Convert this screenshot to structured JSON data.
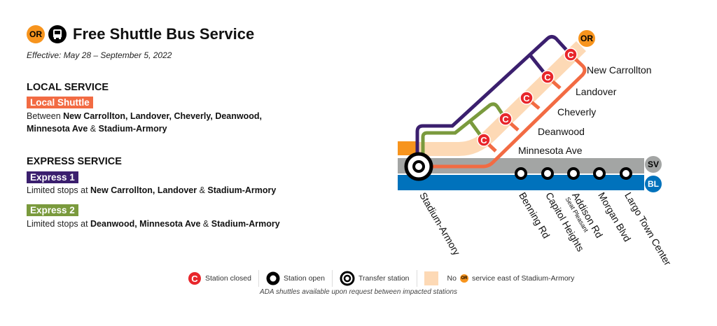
{
  "header": {
    "line_badge": "OR",
    "title": "Free Shuttle Bus Service",
    "effective": "Effective: May 28 – September 5, 2022"
  },
  "local": {
    "heading": "LOCAL SERVICE",
    "tag": "Local Shuttle",
    "desc_prefix": "Between ",
    "desc_stations": "New Carrollton, Landover, Cheverly, Deanwood, Minnesota Ave",
    "desc_amp": " & ",
    "desc_last": "Stadium-Armory"
  },
  "express": {
    "heading": "EXPRESS SERVICE",
    "e1": {
      "tag": "Express 1",
      "prefix": "Limited stops at ",
      "stations": "New Carrollton, Landover",
      "amp": " & ",
      "last": "Stadium-Armory"
    },
    "e2": {
      "tag": "Express 2",
      "prefix": "Limited stops at ",
      "stations": "Deanwood, Minnesota Ave",
      "amp": " & ",
      "last": "Stadium-Armory"
    }
  },
  "map": {
    "closed_stations": [
      "New Carrollton",
      "Landover",
      "Cheverly",
      "Deanwood",
      "Minnesota Ave"
    ],
    "closed_glyph": "C",
    "line_badges": {
      "or": "OR",
      "sv": "SV",
      "bl": "BL"
    },
    "open_stations": [
      "Stadium-Armory",
      "Benning Rd",
      "Capitol Heights",
      "Addison Rd",
      "Morgan Blvd",
      "Largo Town Center"
    ],
    "addison_sub": "Seat Pleasant"
  },
  "colors": {
    "orange_line": "#f7941d",
    "local": "#f26b43",
    "express1": "#3b1f6e",
    "express2": "#7a9a3d",
    "silver": "#a3a5a4",
    "blue": "#0072bc",
    "peach": "#fdd9b5",
    "closed": "#e8262b"
  },
  "legend": {
    "closed": "Station closed",
    "open": "Station open",
    "transfer": "Transfer station",
    "no_service_prefix": "No",
    "no_service_badge": "OR",
    "no_service_suffix": "service east of Stadium-Armory",
    "ada": "ADA shuttles available upon request between impacted stations"
  }
}
